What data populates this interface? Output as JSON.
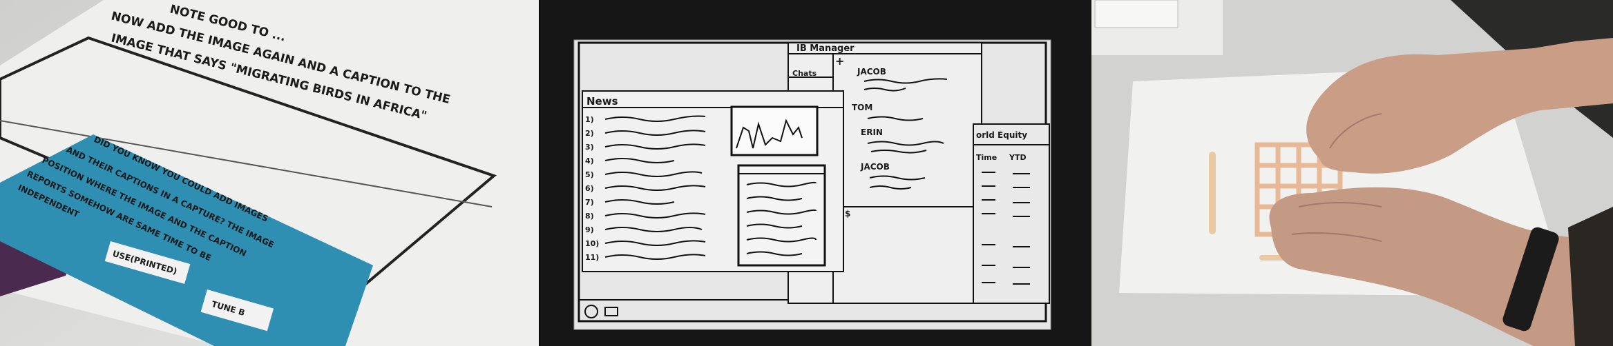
{
  "panel1": {
    "note_lines": [
      "NOTE GOOD TO ...",
      "NOW ADD THE IMAGE AGAIN AND A CAPTION TO THE",
      "IMAGE THAT SAYS \"MIGRATING BIRDS IN AFRICA\""
    ],
    "card_lines": [
      "DID YOU KNOW YOU COULD ADD IMAGES",
      "AND THEIR CAPTIONS IN A CAPTURE? THE IMAGE",
      "POSITION WHERE THE IMAGE AND THE CAPTION",
      "REPORTS SOMEHOW ARE SAME TIME TO BE",
      "INDEPENDENT"
    ],
    "tag_left": "USE(PRINTED)",
    "tag_right": "TUNE B"
  },
  "panel2": {
    "news_title": "News",
    "news_numbers": [
      "1)",
      "2)",
      "3)",
      "4)",
      "5)",
      "6)",
      "7)",
      "8)",
      "9)",
      "10)",
      "11)"
    ],
    "chat_header": "IB Manager",
    "chats_label": "Chats",
    "plus_label": "+",
    "people": [
      "JACOB",
      "TOM",
      "ERIN",
      "JACOB"
    ],
    "equity_title": "orld Equity",
    "equity_cols": [
      "Time",
      "YTD"
    ],
    "dollar_label": "$"
  },
  "panel3": {
    "colors": {
      "stick": "#e8c9a4",
      "band": "#1b1b1b",
      "skin": "#c99d86"
    }
  }
}
